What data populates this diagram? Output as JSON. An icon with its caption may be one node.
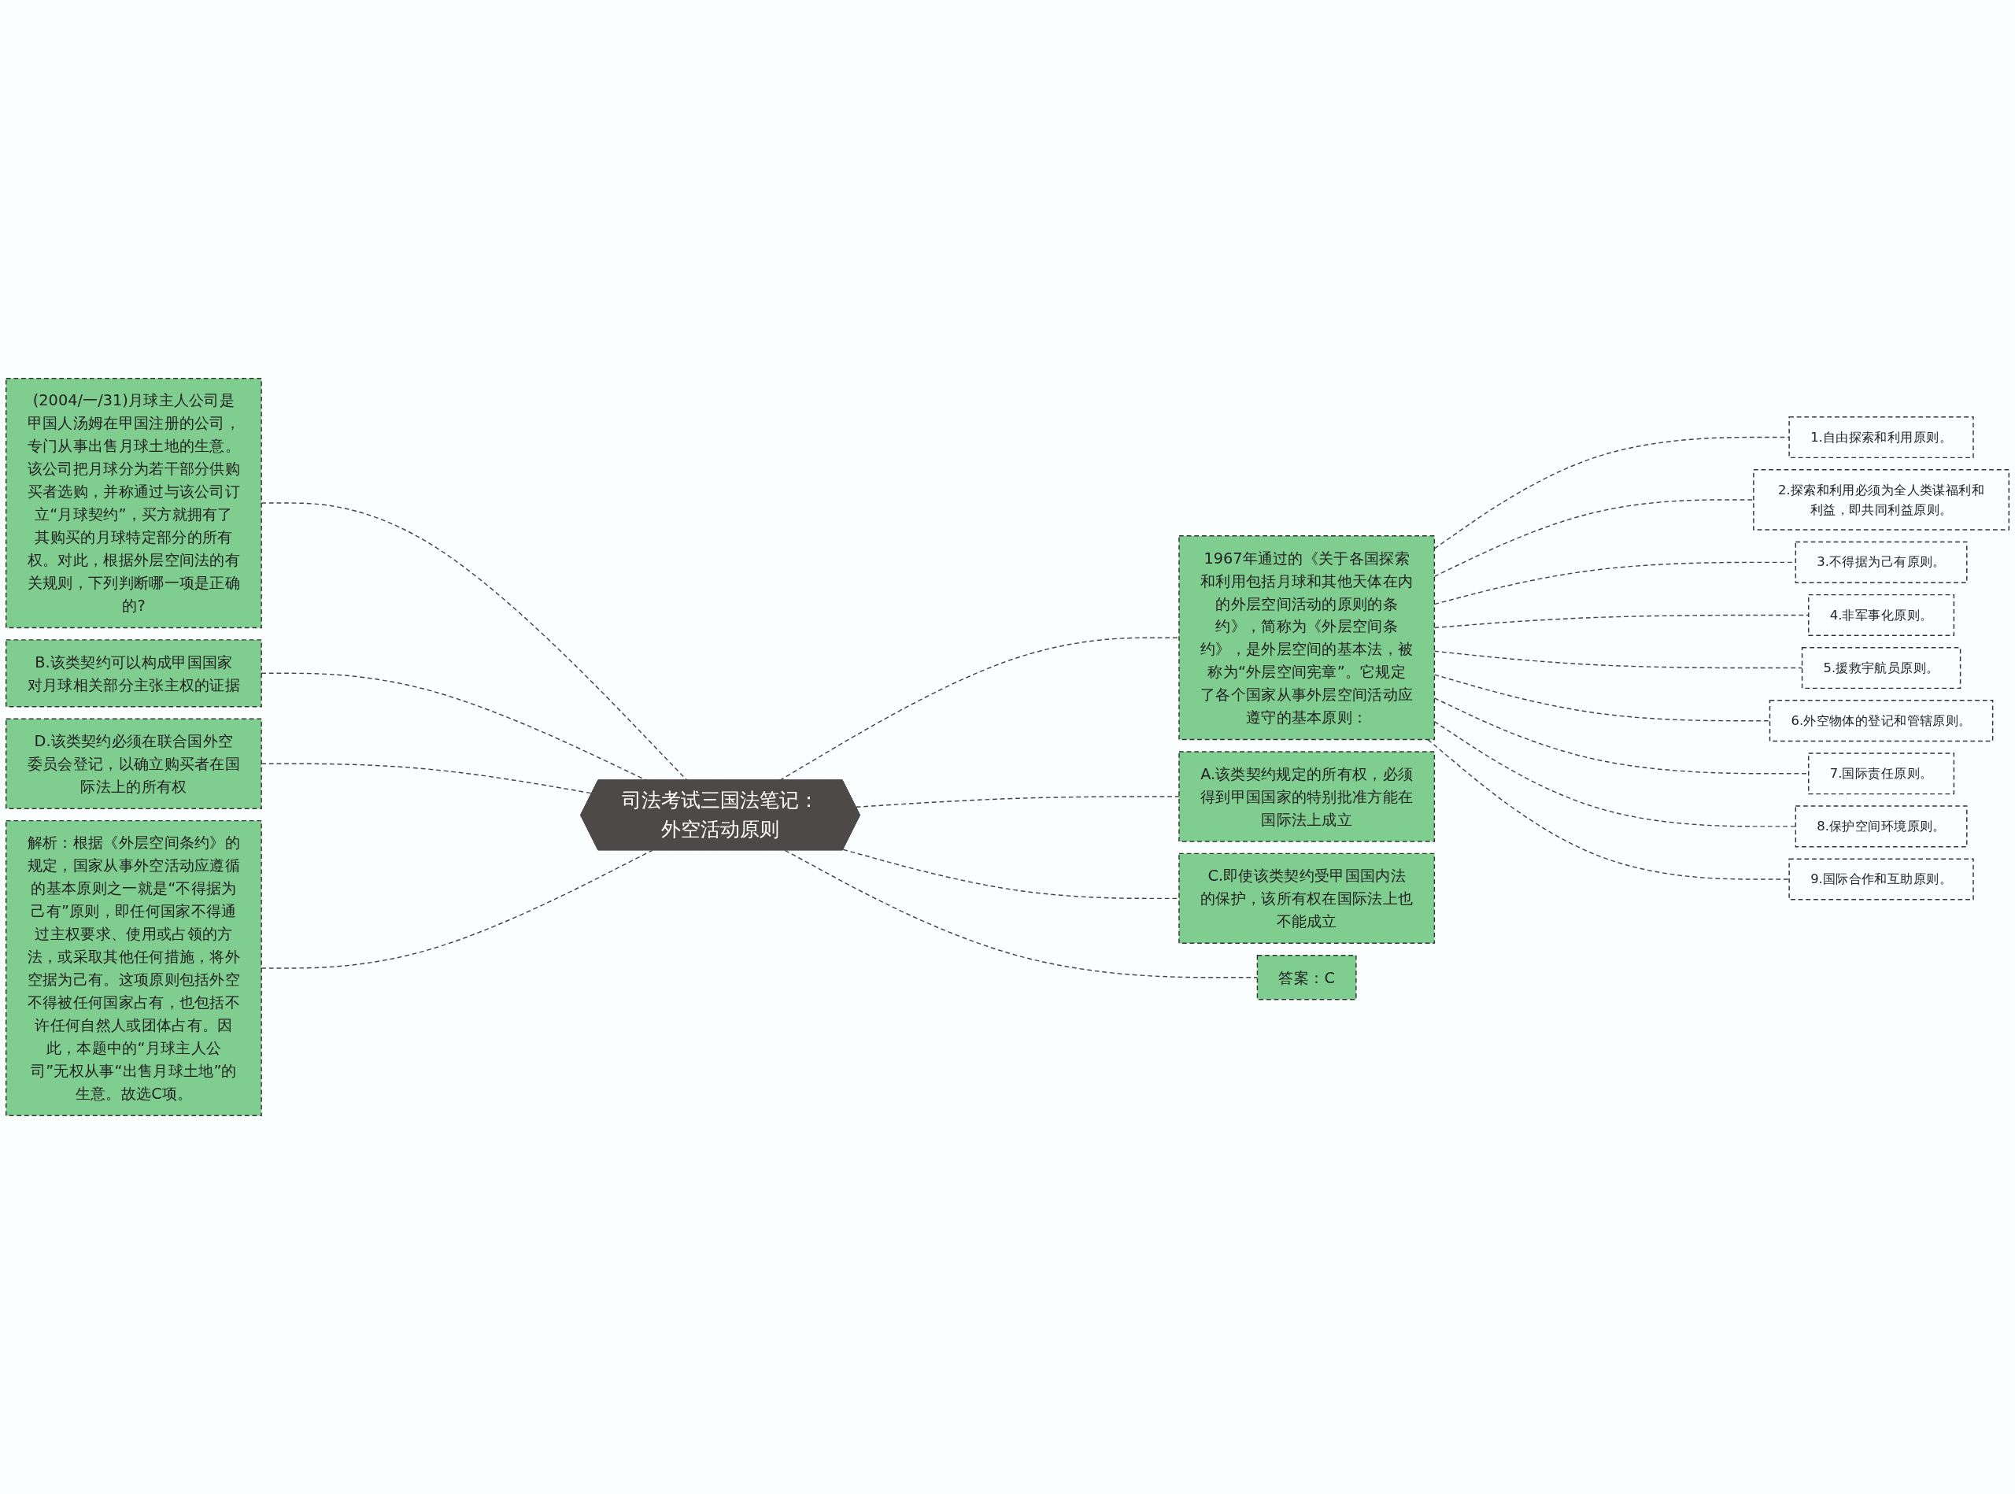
{
  "diagram": {
    "nodes": [
      {
        "text": [
          "司法考试三国法笔记：外空活动原则"
        ]
      },
      {
        "text": [
          "(2004/一/31)月球主人公司是甲国人汤姆在甲国注册的公司，专门从事出售月球土地的生意。该公司把月球分为若干部分供购买者选购，并称通过与该公司订立“月球契约”，买方就拥有了其购买的月球特定部分的所有权。对此，根据外层空间法的有关规则，下列判断哪一项是正确的?"
        ]
      },
      {
        "text": [
          "B.该类契约可以构成甲国国家对月球相关部分主张主权的证据"
        ]
      },
      {
        "text": [
          "D.该类契约必须在联合国外空委员会登记，以确立购买者在国际法上的所有权"
        ]
      },
      {
        "text": [
          "解析：根据《外层空间条约》的规定，国家从事外空活动应遵循的基本原则之一就是“不得据为己有”原则，即任何国家不得通过主权要求、使用或占领的方法，或采取其他任何措施，将外空据为己有。这项原则包括外空不得被任何国家占有，也包括不许任何自然人或团体占有。因此，本题中的“月球主人公司”无权从事“出售月球土地”的生意。故选C项。"
        ]
      },
      {
        "text": [
          "1967年通过的《关于各国探索和利用包括月球和其他天体在内的外层空间活动的原则的条约》，简称为《外层空间条约》，是外层空间的基本法，被称为“外层空间宪章”。它规定了各个国家从事外层空间活动应遵守的基本原则："
        ]
      },
      {
        "text": [
          "1.自由探索和利用原则。"
        ]
      },
      {
        "text": [
          "2.探索和利用必须为全人类谋福利和利益，即共同利益原则。"
        ]
      },
      {
        "text": [
          "3.不得据为己有原则。"
        ]
      },
      {
        "text": [
          "4.非军事化原则。"
        ]
      },
      {
        "text": [
          "5.援救宇航员原则。"
        ]
      },
      {
        "text": [
          "6.外空物体的登记和管辖原则。"
        ]
      },
      {
        "text": [
          "7.国际责任原则。"
        ]
      },
      {
        "text": [
          "8.保护空间环境原则。"
        ]
      },
      {
        "text": [
          "9.国际合作和互助原则。"
        ]
      },
      {
        "text": [
          "A.该类契约规定的所有权，必须得到甲国国家的特别批准方能在国际法上成立"
        ]
      },
      {
        "text": [
          "C.即使该类契约受甲国国内法的保护，该所有权在国际法上也不能成立"
        ]
      },
      {
        "text": [
          "答案：C"
        ]
      }
    ],
    "edges": [
      {
        "from": 1,
        "to": 0,
        "arrow": "none",
        "style": "dashed"
      },
      {
        "from": 2,
        "to": 0,
        "arrow": "none",
        "style": "dashed"
      },
      {
        "from": 3,
        "to": 0,
        "arrow": "none",
        "style": "dashed"
      },
      {
        "from": 4,
        "to": 0,
        "arrow": "none",
        "style": "dashed"
      },
      {
        "from": 0,
        "to": 5,
        "arrow": "none",
        "style": "dashed"
      },
      {
        "from": 5,
        "to": 6,
        "arrow": "none",
        "style": "dashed"
      },
      {
        "from": 5,
        "to": 7,
        "arrow": "none",
        "style": "dashed"
      },
      {
        "from": 5,
        "to": 8,
        "arrow": "none",
        "style": "dashed"
      },
      {
        "from": 5,
        "to": 9,
        "arrow": "none",
        "style": "dashed"
      },
      {
        "from": 5,
        "to": 10,
        "arrow": "none",
        "style": "dashed"
      },
      {
        "from": 5,
        "to": 11,
        "arrow": "none",
        "style": "dashed"
      },
      {
        "from": 5,
        "to": 12,
        "arrow": "none",
        "style": "dashed"
      },
      {
        "from": 5,
        "to": 13,
        "arrow": "none",
        "style": "dashed"
      },
      {
        "from": 5,
        "to": 14,
        "arrow": "none",
        "style": "dashed"
      },
      {
        "from": 0,
        "to": 15,
        "arrow": "none",
        "style": "dashed"
      },
      {
        "from": 0,
        "to": 16,
        "arrow": "none",
        "style": "dashed"
      },
      {
        "from": 0,
        "to": 17,
        "arrow": "none",
        "style": "dashed"
      }
    ]
  }
}
